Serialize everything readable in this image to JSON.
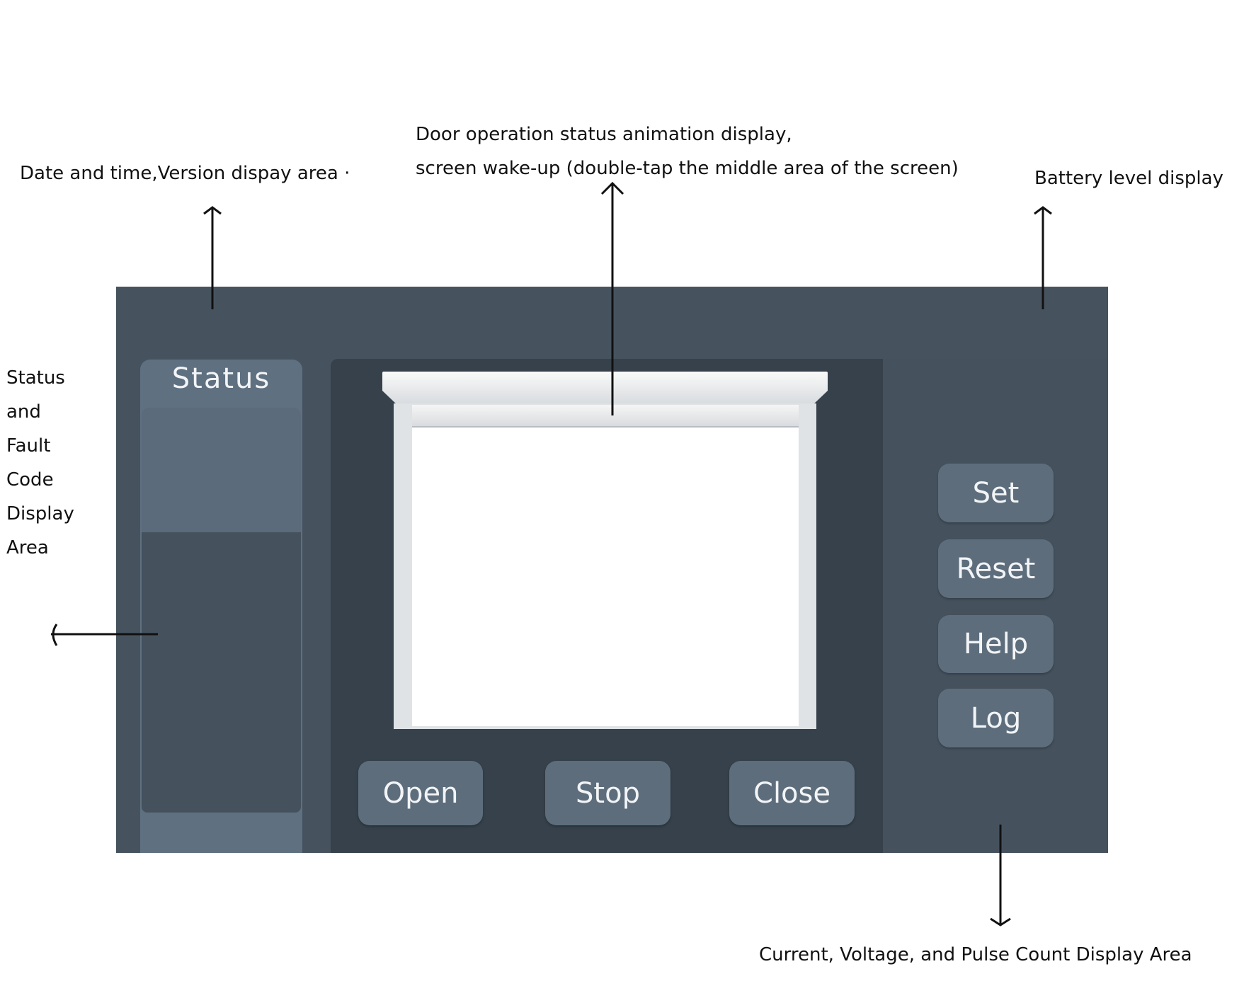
{
  "annotations": {
    "date_time": "Date and time,Version dispay area ·",
    "door_line1": "Door operation status animation display,",
    "door_line2": "screen wake-up (double-tap the middle area of the screen)",
    "battery": "Battery level display",
    "status_lines": [
      "Status",
      "and",
      "Fault",
      "Code",
      "Display",
      "Area"
    ],
    "measurements": "Current, Voltage, and Pulse Count Display Area"
  },
  "panel": {
    "status_title": "Status",
    "controls": {
      "open": "Open",
      "stop": "Stop",
      "close": "Close"
    },
    "side_buttons": {
      "set": "Set",
      "reset": "Reset",
      "help": "Help",
      "log": "Log"
    }
  },
  "colors": {
    "panel": "#46535f",
    "center": "#36414b",
    "button": "#5d6d7c",
    "status": "#5f7080"
  }
}
